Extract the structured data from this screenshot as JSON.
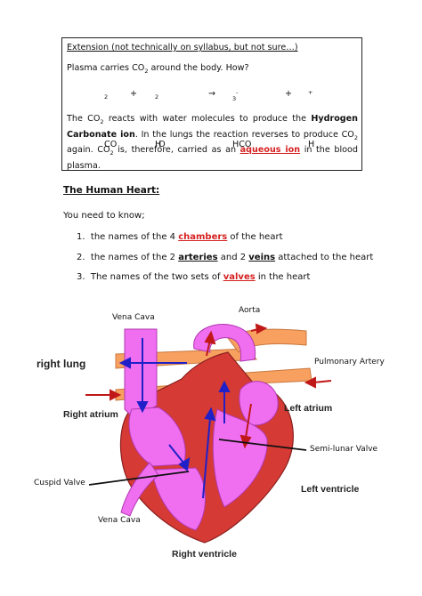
{
  "extension_box": {
    "title": "Extension (not technically on syllabus, but not sure…)",
    "intro_pre": "Plasma carries CO",
    "intro_sub": "2",
    "intro_post": " around the body. How?",
    "equation": {
      "co2": "CO",
      "co2_sub": "2",
      "plus1": "+",
      "h2o_a": "H",
      "h2o_sub": "2",
      "h2o_b": "O",
      "arrow": "→",
      "hco3": "HCO",
      "hco3_sub": "3",
      "hco3_sup": "-",
      "plus2": "+",
      "h": "H",
      "h_sup": "+"
    },
    "p_1": "The CO",
    "p_2": " reacts with water molecules to produce the ",
    "p_bold": "Hydrogen Carbonate ion",
    "p_3": ". In the lungs the reaction reverses to produce CO",
    "p_4": " again. CO",
    "p_5": " is, therefore, carried as an ",
    "p_red": "aqueous ion",
    "p_6": " in the blood plasma.",
    "sub2": "2"
  },
  "section": {
    "heading": "The Human Heart:",
    "intro": "You need to know;",
    "items": [
      {
        "num": "1.",
        "pre": "the names of the 4 ",
        "key": "chambers",
        "post": " of the heart"
      },
      {
        "num": "2.",
        "pre": "the names of the 2 ",
        "key": "arteries",
        "mid": " and 2 ",
        "key2": "veins",
        "post": " attached to the heart"
      },
      {
        "num": "3.",
        "pre": "The names of the two sets of ",
        "key": "valves",
        "post": " in the heart"
      }
    ]
  },
  "diagram_labels": {
    "vena_cava_top": "Vena Cava",
    "aorta": "Aorta",
    "right_lung": "right lung",
    "pulmonary_artery": "Pulmonary Artery",
    "right_atrium": "Right atrium",
    "left_atrium": "Left atrium",
    "semi_lunar_valve": "Semi-lunar Valve",
    "cuspid_valve": "Cuspid Valve",
    "left_ventricle": "Left ventricle",
    "vena_cava_bottom": "Vena Cava",
    "right_ventricle": "Right ventricle"
  },
  "colors": {
    "accent_red": "#d62020",
    "heart_wall": "#d63a34",
    "chamber_pink": "#f06ef0",
    "vessel_orange": "#f8a060",
    "flow_blue": "#2020c8"
  }
}
